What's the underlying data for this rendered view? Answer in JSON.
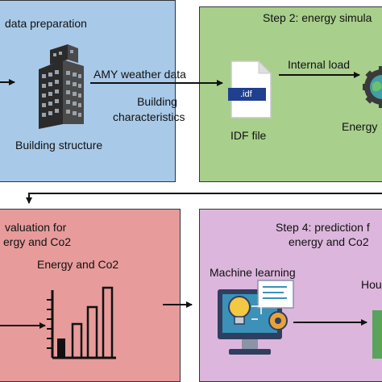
{
  "panels": {
    "step1": {
      "title": "data preparation"
    },
    "step2": {
      "title": "Step 2: energy simula"
    },
    "step3": {
      "title_line1": "valuation for",
      "title_line2": "ergy and Co2"
    },
    "step4": {
      "title_line1": "Step 4: prediction f",
      "title_line2": "energy and Co2"
    }
  },
  "labels": {
    "amy_weather": "AMY weather data",
    "building_char_1": "Building",
    "building_char_2": "characteristics",
    "building_structure": "Building structure",
    "internal_load": "Internal load",
    "idf_file": "IDF file",
    "idf_tag": ".idf",
    "energy_cut": "Energy",
    "energy_co2": "Energy and Co2",
    "machine_learning": "Machine learning",
    "hou_cut": "Hou"
  },
  "colors": {
    "step1_bg": "#a9c9e8",
    "step2_bg": "#a8cf8c",
    "step3_bg": "#e79b9b",
    "step4_bg": "#dcb6dc",
    "idf_blue": "#1f3f8f"
  }
}
